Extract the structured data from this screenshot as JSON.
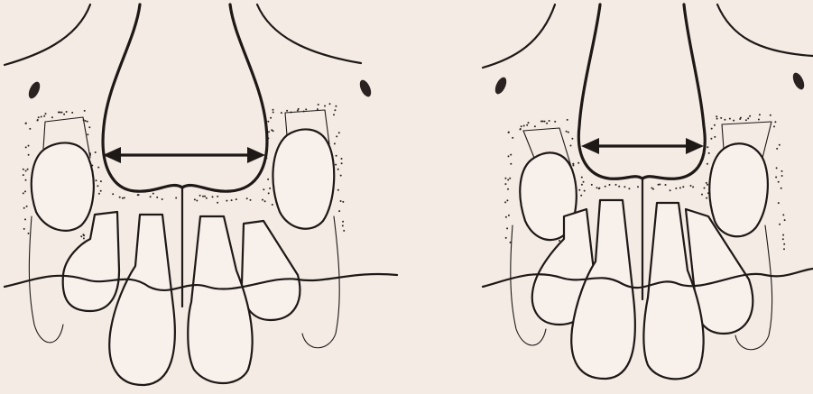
{
  "figure": {
    "background": "#f4ebe4",
    "ink": "#1e1816",
    "panels": [
      {
        "id": "left",
        "description_key": "wider-space-arrow"
      },
      {
        "id": "right",
        "description_key": "narrower-space-arrow"
      }
    ]
  }
}
